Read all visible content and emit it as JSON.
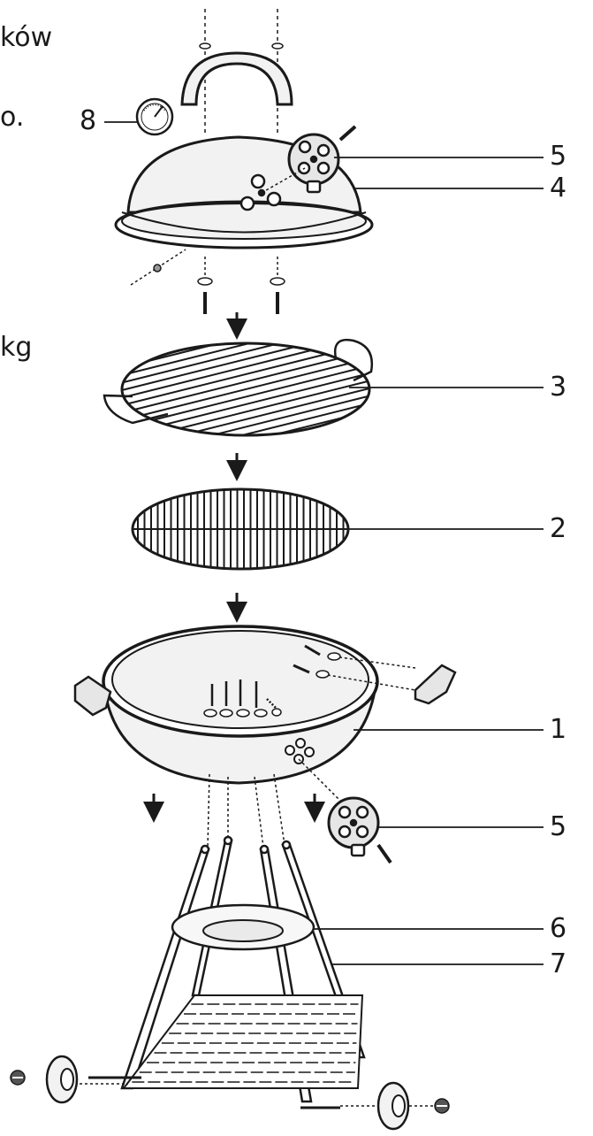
{
  "page_fragments": {
    "top": "ków",
    "mid": "o.",
    "kg": "kg"
  },
  "callouts": {
    "c8": "8",
    "c5a": "5",
    "c4": "4",
    "c3": "3",
    "c2": "2",
    "c1": "1",
    "c5b": "5",
    "c6": "6",
    "c7": "7"
  },
  "colors": {
    "line": "#1a1a1a",
    "fill_light": "#f2f2f2",
    "fill_mid": "#d9d9d9",
    "background": "#ffffff"
  }
}
